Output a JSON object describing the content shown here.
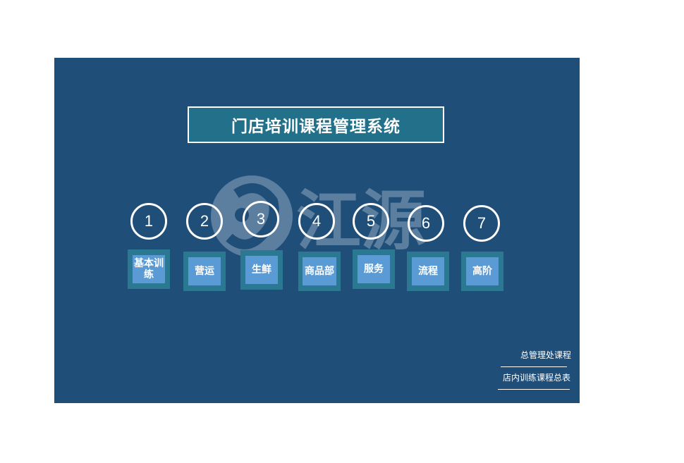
{
  "title": "门店培训课程管理系统",
  "watermark_text": "江源",
  "modules": [
    {
      "number": "1",
      "label": "基本训\n练"
    },
    {
      "number": "2",
      "label": "营运"
    },
    {
      "number": "3",
      "label": "生鲜"
    },
    {
      "number": "4",
      "label": "商品部"
    },
    {
      "number": "5",
      "label": "服务"
    },
    {
      "number": "6",
      "label": "流程"
    },
    {
      "number": "7",
      "label": "高阶"
    }
  ],
  "links": {
    "hq_courses": "总管理处课程",
    "store_summary": "店内训练课程总表"
  },
  "colors": {
    "panel": "#1f4e79",
    "title_bg": "#22708a",
    "tile_outer": "#2a7891",
    "tile_inner": "#5b9bd5"
  }
}
